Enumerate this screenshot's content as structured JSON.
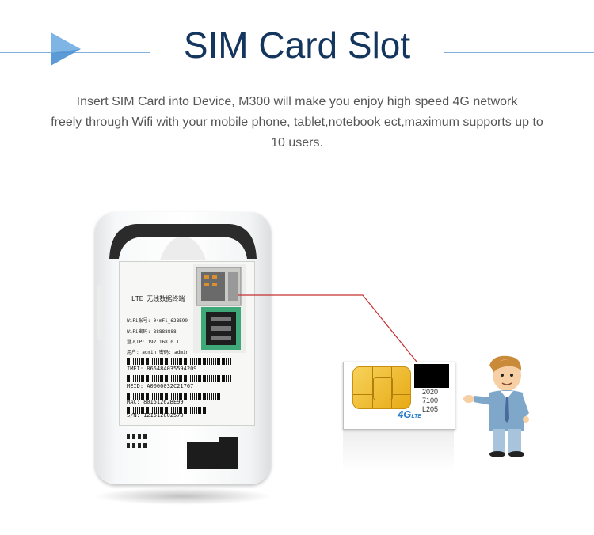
{
  "header": {
    "title": "SIM Card Slot",
    "description_lines": [
      "Insert SIM Card into Device, M300 will make you enjoy high speed 4G network",
      "freely through Wifi with your mobile phone, tablet,notebook ect,maximum supports up to",
      "10 users."
    ]
  },
  "sticker": {
    "heading": "LTE 无线数据终端",
    "wifi_name": "WiFi账号: 04mFi_62BE99",
    "wifi_password": "WiFi密码: 88888888",
    "login_ip": "登入IP: 192.168.0.1",
    "user": "用户: admin  密码: admin",
    "imei": "IMEI: 865484035594209",
    "meid": "MEID: A0000032C21767",
    "mac": "MAC: 80151262BE99",
    "sn": "S/N: 121512002570"
  },
  "sim_card": {
    "numbers": [
      "2020",
      "7100",
      "L205"
    ],
    "logo_main": "4G",
    "logo_sub": "LTE"
  },
  "colors": {
    "title": "#14365e",
    "divider": "#7fb0dc",
    "arrow": "#4e92d2",
    "callout_line": "#c43030",
    "chip": "#f0c030"
  }
}
